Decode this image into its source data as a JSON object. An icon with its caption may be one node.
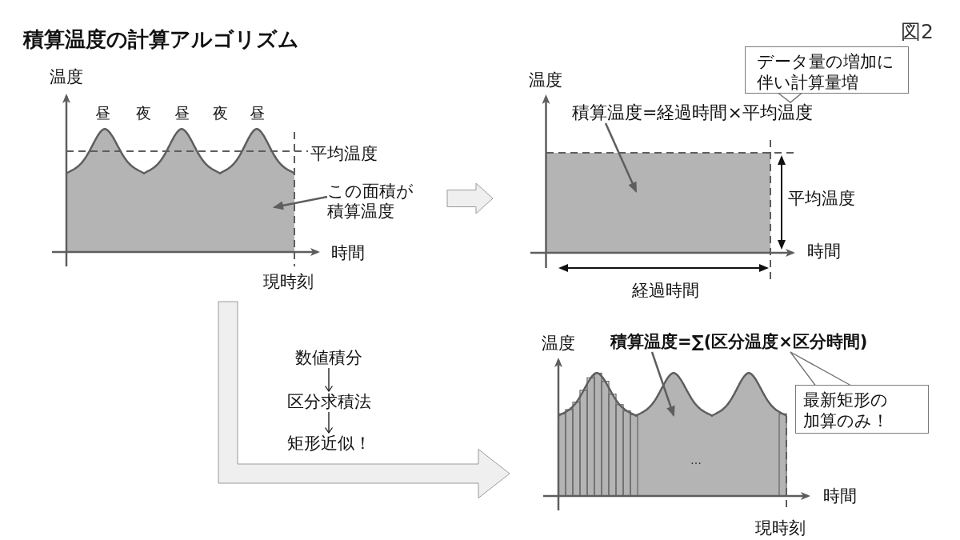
{
  "diagram": {
    "title": "積算温度の計算アルゴリズム",
    "nodes": [
      {
        "text": [
          "温度",
          "昼",
          "夜",
          "昼",
          "夜",
          "昼",
          "平均温度",
          "時間",
          "現時刻"
        ]
      },
      {
        "text": [],
        "shape": "area",
        "in": 0
      },
      {
        "text": [
          "この面積が積算温度"
        ],
        "in": 0
      },
      {
        "text": [
          "温度",
          "平均温度",
          "時間",
          "経過時間"
        ]
      },
      {
        "text": [
          "データ量の増加に伴い計算量増"
        ]
      },
      {
        "text": [
          "積算温度=経過時間×平均温度"
        ],
        "in": 3
      },
      {
        "text": [],
        "shape": "box",
        "in": 3
      },
      {
        "text": [
          "数値積分"
        ]
      },
      {
        "text": [
          "区分求積法"
        ]
      },
      {
        "text": [
          "矩形近似！"
        ]
      },
      {
        "text": [
          "温度",
          "時間",
          "現時刻"
        ]
      },
      {
        "text": [
          "積算温度=∑(区分温度×区分時間)"
        ],
        "in": 10
      },
      {
        "text": [
          "最新矩形の加算のみ！"
        ]
      },
      {
        "text": [
          "…"
        ],
        "in": 10
      }
    ],
    "edges": [
      {
        "from": 0,
        "to": 3,
        "arrow": "to",
        "style": "thick",
        "color": "#efefef"
      },
      {
        "from": 0,
        "to": 10,
        "arrow": "to",
        "style": "thick",
        "color": "#efefef"
      },
      {
        "from": 2,
        "to": 1,
        "arrow": "to"
      },
      {
        "from": 4,
        "to": 5,
        "arrow": "none"
      },
      {
        "from": 5,
        "to": 6,
        "arrow": "to"
      },
      {
        "from": 7,
        "to": 8,
        "arrow": "to"
      },
      {
        "from": 8,
        "to": 9,
        "arrow": "to"
      },
      {
        "from": 11,
        "to": 13,
        "arrow": "to"
      },
      {
        "from": 12,
        "to": 11,
        "arrow": "none"
      }
    ],
    "labels": [
      "図2"
    ]
  }
}
